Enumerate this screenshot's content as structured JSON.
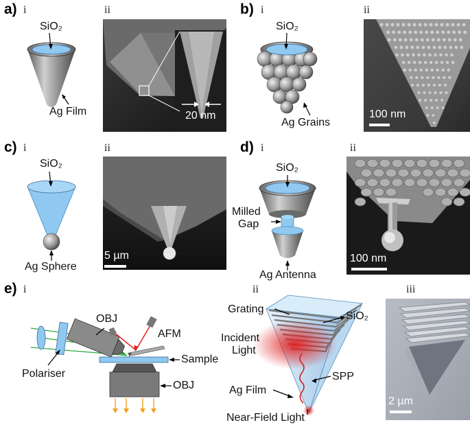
{
  "panels": {
    "a": {
      "letter": "a)",
      "sub1": "i",
      "sub2": "ii",
      "sio2": "SiO₂",
      "film": "Ag Film",
      "scale": "20 nm"
    },
    "b": {
      "letter": "b)",
      "sub1": "i",
      "sub2": "ii",
      "sio2": "SiO₂",
      "grains": "Ag Grains",
      "scale": "100 nm"
    },
    "c": {
      "letter": "c)",
      "sub1": "i",
      "sub2": "ii",
      "sio2": "SiO₂",
      "sphere": "Ag Sphere",
      "scale": "5 µm"
    },
    "d": {
      "letter": "d)",
      "sub1": "i",
      "sub2": "ii",
      "sio2": "SiO₂",
      "milled_1": "Milled",
      "milled_2": "Gap",
      "antenna": "Ag Antenna",
      "scale": "100 nm"
    },
    "e": {
      "letter": "e)",
      "sub1": "i",
      "sub2": "ii",
      "sub3": "iii",
      "obj_top": "OBJ",
      "afm": "AFM",
      "sample": "Sample",
      "polariser": "Polariser",
      "obj_bottom": "OBJ",
      "grating": "Grating",
      "sio2": "SiO₂",
      "incident_1": "Incident",
      "incident_2": "Light",
      "spp": "SPP",
      "film": "Ag Film",
      "nearfield": "Near-Field Light",
      "scale": "2 µm"
    }
  },
  "colors": {
    "sio2": "#8fc8f0",
    "silver": "#8a8a8a",
    "laser": "#e02020",
    "green": "#2aa83a",
    "orange": "#f0a020"
  }
}
